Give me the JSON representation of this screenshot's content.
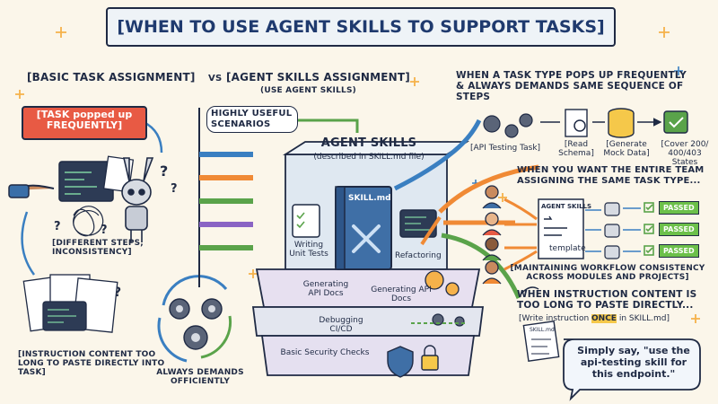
{
  "title": "[WHEN TO USE AGENT SKILLS TO SUPPORT TASKS]",
  "left": {
    "basic_title": "[BASIC TASK ASSIGNMENT]",
    "vs": "VS",
    "agent_title": "[AGENT SKILLS ASSIGNMENT]",
    "agent_subtitle": "(USE AGENT SKILLS)",
    "task_tag": "[TASK popped up FREQUENTLY]",
    "different_steps": "[DIFFERENT STEPS, INCONSISTENCY]",
    "instruction_too_long": "[INSTRUCTION CONTENT TOO LONG TO PASTE DIRECTLY INTO TASK]",
    "always_demands": "ALWAYS DEMANDS OFFICIENTLY"
  },
  "center": {
    "useful_scenarios": "HIGHLY USEFUL SCENARIOS",
    "agent_skills": "AGENT SKILLS",
    "agent_skills_sub": "(described in SKILL.md file)",
    "book_label": "SKILL.md",
    "writing_unit_tests": "Writing Unit Tests",
    "refactoring": "Refactoring",
    "generating_api_docs_left": "Generating API Docs",
    "generating_api_docs_right": "Generating API Docs",
    "debugging": "Debugging CI/CD",
    "basic_security": "Basic Security Checks"
  },
  "right": {
    "frequent_title": "WHEN A TASK TYPE POPS UP FREQUENTLY & ALWAYS DEMANDS SAME SEQUENCE OF STEPS",
    "api_testing_task": "[API Testing Task]",
    "read_schema": "[Read Schema]",
    "generate_mock": "[Generate Mock Data]",
    "cover_states": "[Cover 200/ 400/403 States",
    "team_title": "WHEN YOU WANT THE ENTIRE TEAM ASSIGNING THE SAME TASK TYPE...",
    "template_header": "AGENT SKILLS",
    "template_label": "template",
    "passed": [
      "PASSED",
      "PASSED",
      "PASSED"
    ],
    "consistency": "[MAINTAINING WORKFLOW CONSISTENCY ACROSS MODULES AND PROJECTS]",
    "instruction_title": "WHEN INSTRUCTION CONTENT IS TOO LONG TO PASTE DIRECTLY...",
    "write_once_pre": "[Write instruction ",
    "write_once_em": "ONCE",
    "write_once_post": " in SKILL.md]",
    "skill_note": "SKILL.md",
    "say_quote": "Simply say, \"use the api-testing skill for this endpoint.\""
  },
  "colors": {
    "title_text": "#1f3a6e",
    "accent_red": "#e85a44",
    "passed_green": "#6cc04a",
    "orange_arrow": "#f08a35",
    "blue_arrow": "#3a7fc1",
    "green_arrow": "#5aa34a",
    "purple_arrow": "#8a64c4",
    "highlight_yellow": "#f5c84a"
  }
}
